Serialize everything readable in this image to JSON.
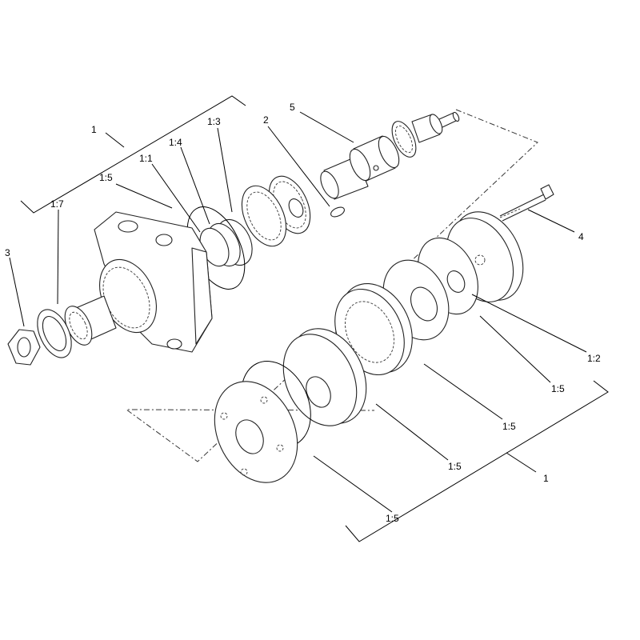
{
  "callouts": {
    "c_1_top": "1",
    "c_1_3": "1:3",
    "c_2": "2",
    "c_5": "5",
    "c_1_4": "1:4",
    "c_1_1": "1:1",
    "c_1_5_left": "1:5",
    "c_1_7": "1:7",
    "c_3": "3",
    "c_4": "4",
    "c_1_2": "1:2",
    "c_1_5_a": "1:5",
    "c_1_5_b": "1:5",
    "c_1_5_c": "1:5",
    "c_1_5_d": "1:5",
    "c_1_bottom": "1"
  }
}
